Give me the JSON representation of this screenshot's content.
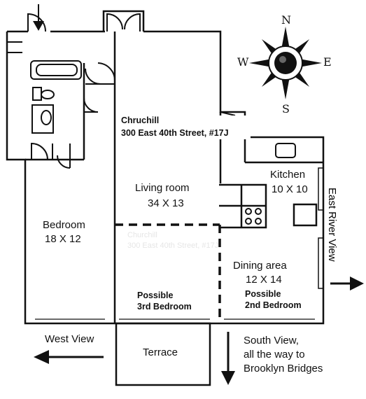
{
  "listing": {
    "building": "Chruchill",
    "address": "300 East 40th Street, #17J",
    "watermark_line1": "Churchill",
    "watermark_line2": "300 East 40th Street, #17J"
  },
  "rooms": {
    "living": {
      "name": "Living room",
      "dims": "34 X 13"
    },
    "bedroom": {
      "name": "Bedroom",
      "dims": "18 X 12"
    },
    "kitchen": {
      "name": "Kitchen",
      "dims": "10 X 10"
    },
    "dining": {
      "name": "Dining area",
      "dims": "12 X 14"
    },
    "terrace": {
      "name": "Terrace"
    },
    "third_bed": {
      "line1": "Possible",
      "line2": "3rd Bedroom"
    },
    "second_bed": {
      "line1": "Possible",
      "line2": "2nd Bedroom"
    }
  },
  "views": {
    "west": "West View",
    "south_line1": "South View,",
    "south_line2": "all the way to",
    "south_line3": "Brooklyn Bridges",
    "east": "East River View"
  },
  "compass": {
    "n": "N",
    "s": "S",
    "e": "E",
    "w": "W"
  },
  "colors": {
    "line": "#111111",
    "background": "#ffffff"
  }
}
